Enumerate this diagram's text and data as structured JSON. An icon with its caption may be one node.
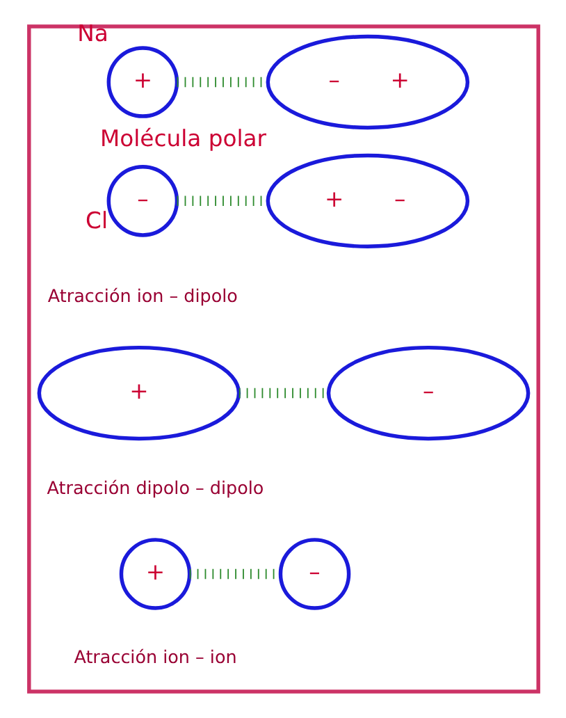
{
  "diagram": {
    "nodes": [
      {
        "text": [],
        "shape": "box"
      },
      {
        "text": [
          "+"
        ],
        "beside": [
          "Na"
        ],
        "in": 0
      },
      {
        "text": [
          "–",
          "+"
        ],
        "beside": [
          "Molécula polar"
        ],
        "in": 0
      },
      {
        "text": [
          "–"
        ],
        "beside": [
          "Cl"
        ],
        "in": 0
      },
      {
        "text": [
          "+",
          "–"
        ],
        "in": 0
      },
      {
        "text": [
          "+"
        ],
        "in": 0
      },
      {
        "text": [
          "–"
        ],
        "in": 0
      },
      {
        "text": [
          "+"
        ],
        "in": 0
      },
      {
        "text": [
          "–"
        ],
        "in": 0
      }
    ],
    "edges": [
      {
        "from": 1,
        "to": 2,
        "arrow": "none"
      },
      {
        "from": 3,
        "to": 4,
        "arrow": "none"
      },
      {
        "from": 5,
        "to": 6,
        "arrow": "none"
      },
      {
        "from": 7,
        "to": 8,
        "arrow": "none"
      }
    ],
    "labels": [
      "Atracción ion – dipolo",
      "Atracción dipolo – dipolo",
      "Atracción ion – ion"
    ]
  }
}
